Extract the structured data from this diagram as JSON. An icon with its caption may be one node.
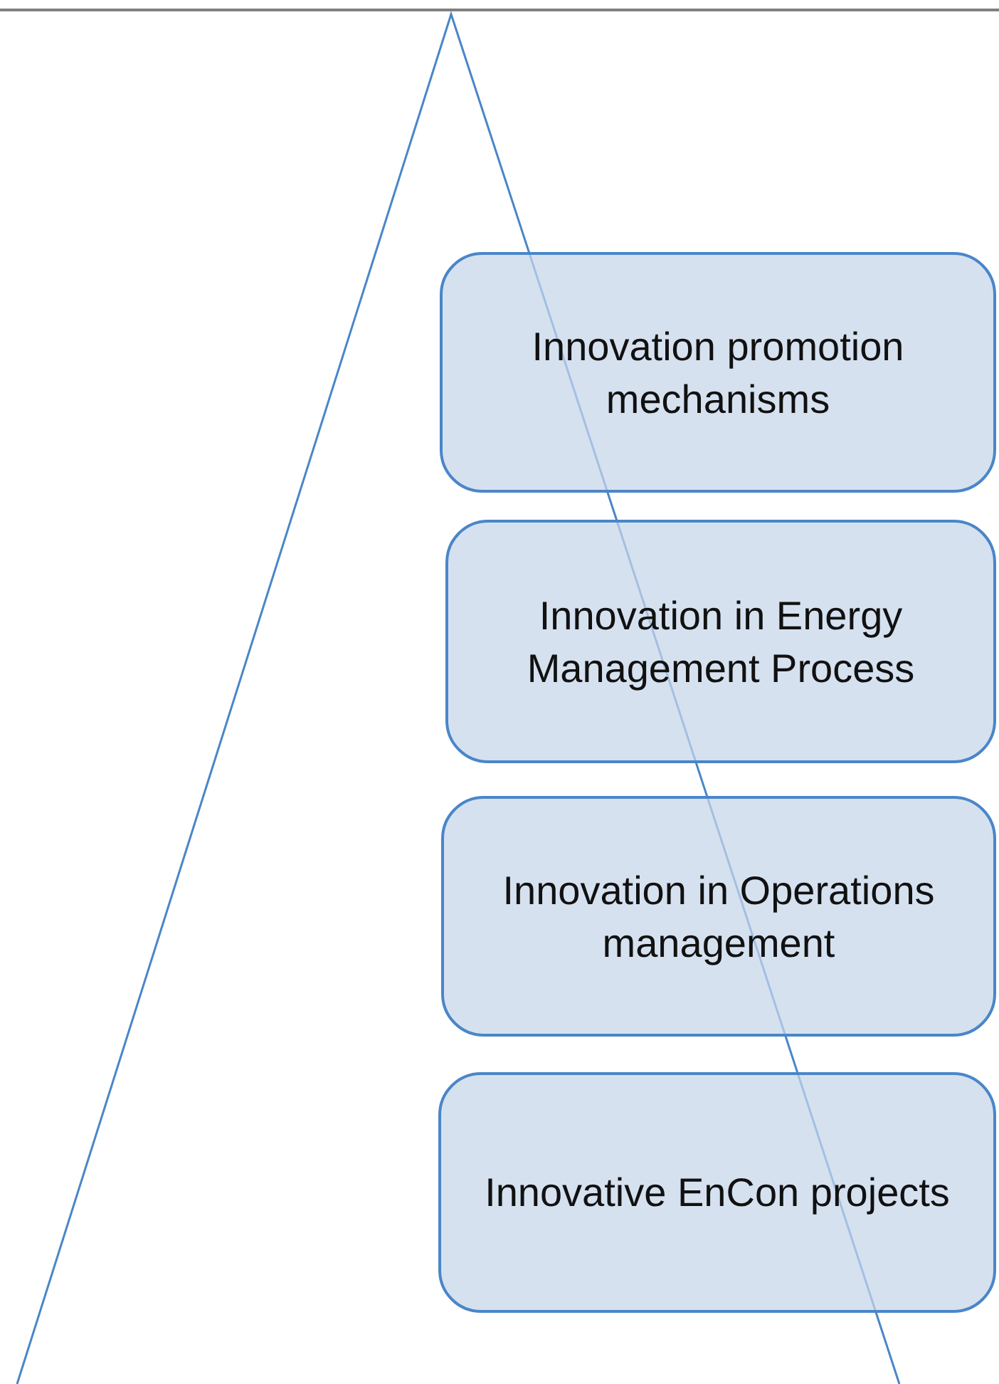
{
  "diagram": {
    "nodes": [
      {
        "text": [
          "Innovation promotion mechanisms"
        ]
      },
      {
        "text": [
          "Innovation in Energy Management Process"
        ]
      },
      {
        "text": [
          "Innovation in Operations management"
        ]
      },
      {
        "text": [
          "Innovative EnCon projects"
        ]
      }
    ]
  }
}
